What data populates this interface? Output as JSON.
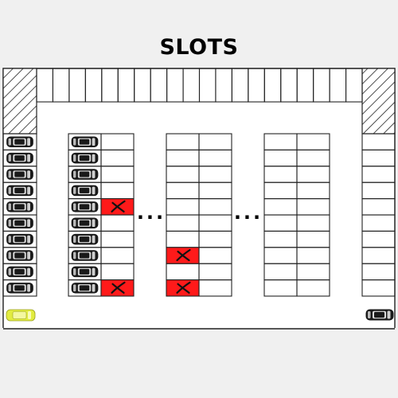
{
  "title": "SLOTS",
  "colors": {
    "background": "#f0f0f0",
    "lot_surface": "#ffffff",
    "grid_line": "#222222",
    "blocked_slot": "#ff1a1a",
    "player_car": "#e2ec40",
    "parked_car": "#1a1a1a"
  },
  "lot": {
    "top_row": {
      "slot_count": 20,
      "occupied": []
    },
    "corner_blocks": [
      "left",
      "right"
    ],
    "columns": [
      {
        "id": "left-wall",
        "rows": 10,
        "cols": 1,
        "parked": [
          0,
          1,
          2,
          3,
          4,
          5,
          6,
          7,
          8,
          9
        ],
        "blocked": []
      },
      {
        "id": "block-1",
        "rows": 10,
        "cols": 2,
        "parked": [
          [
            0,
            0
          ],
          [
            1,
            0
          ],
          [
            2,
            0
          ],
          [
            3,
            0
          ],
          [
            4,
            0
          ],
          [
            5,
            0
          ],
          [
            6,
            0
          ],
          [
            7,
            0
          ],
          [
            8,
            0
          ],
          [
            9,
            0
          ]
        ],
        "blocked": [
          [
            4,
            1
          ],
          [
            9,
            1
          ]
        ]
      },
      {
        "id": "block-2",
        "rows": 10,
        "cols": 2,
        "parked": [],
        "blocked": [
          [
            7,
            0
          ],
          [
            9,
            0
          ]
        ]
      },
      {
        "id": "block-3",
        "rows": 10,
        "cols": 2,
        "parked": [],
        "blocked": []
      },
      {
        "id": "right-wall",
        "rows": 10,
        "cols": 1,
        "parked": [],
        "blocked": []
      }
    ],
    "ellipses": [
      "...",
      "..."
    ],
    "player_car": {
      "side": "left",
      "icon": "yellow-car-icon"
    },
    "waiting_car": {
      "side": "right",
      "icon": "dark-car-icon"
    }
  }
}
